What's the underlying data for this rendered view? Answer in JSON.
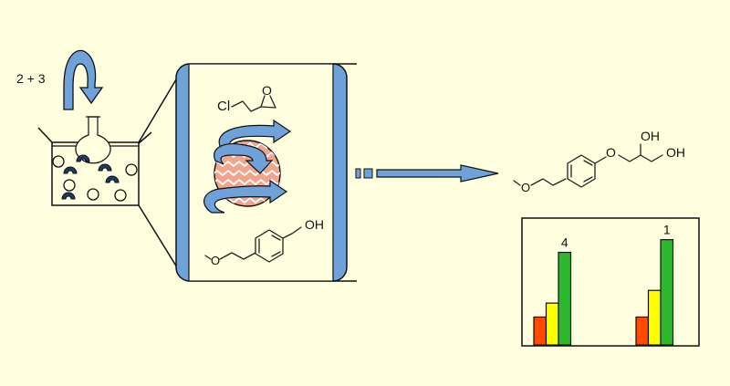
{
  "step_label": "2 + 3",
  "epichlorohydrin": {
    "cl_label": "Cl",
    "o_label": "O"
  },
  "phenol_reagent": {
    "ome_label": "O",
    "oh_label": "OH"
  },
  "product": {
    "ome_label": "O",
    "ether_o_label": "O",
    "oh1_label": "OH",
    "oh2_label": "OH"
  },
  "chart_data": {
    "type": "bar",
    "title": "",
    "xlabel": "",
    "ylabel": "",
    "groups": [
      {
        "annotation": "4",
        "values": [
          0.22,
          0.33,
          0.73
        ],
        "colors": [
          "#ff4a00",
          "#ffff00",
          "#2eb82e"
        ]
      },
      {
        "annotation": "1",
        "values": [
          0.22,
          0.43,
          0.83
        ],
        "colors": [
          "#ff4a00",
          "#ffff00",
          "#2eb82e"
        ]
      }
    ],
    "ylim": [
      0,
      1
    ],
    "grid": false,
    "legend": "none"
  },
  "colors": {
    "background": "#ffffe0",
    "arrow_blue": "#6fa2d8",
    "particle_core": "#f2a58c",
    "zigzag": "#ffffff",
    "bar_red": "#ff4a00",
    "bar_yellow": "#ffff00",
    "bar_green": "#2eb82e"
  },
  "icons": [
    "curved-arrow-icon",
    "flask-icon",
    "ultrasonic-bath-icon",
    "particle-icon",
    "reaction-arrow-icon"
  ]
}
